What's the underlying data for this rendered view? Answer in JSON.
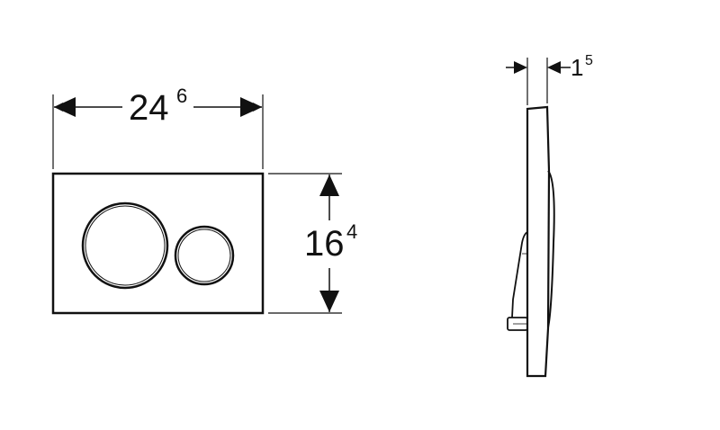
{
  "front_view": {
    "width_dimension": {
      "value": "24",
      "superscript": "6"
    },
    "height_dimension": {
      "value": "16",
      "superscript": "4"
    }
  },
  "side_view": {
    "thickness_dimension": {
      "value": "1",
      "superscript": "5"
    }
  },
  "colors": {
    "line": "#111111",
    "background": "#ffffff"
  }
}
